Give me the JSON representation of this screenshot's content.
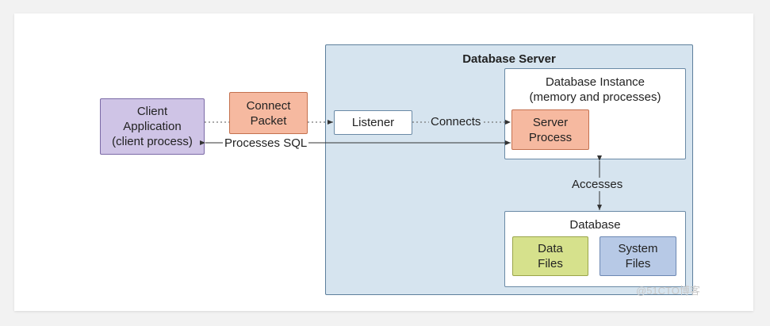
{
  "server": {
    "title": "Database Server"
  },
  "instance": {
    "title": "Database Instance\n(memory and processes)"
  },
  "client": {
    "label": "Client\nApplication\n(client process)"
  },
  "packet": {
    "label": "Connect\nPacket"
  },
  "listener": {
    "label": "Listener"
  },
  "server_process": {
    "label": "Server\nProcess"
  },
  "database": {
    "title": "Database",
    "data_files": "Data\nFiles",
    "system_files": "System\nFiles"
  },
  "edges": {
    "connects": "Connects",
    "processes_sql": "Processes SQL",
    "accesses": "Accesses"
  },
  "watermark": "@51CTO博客",
  "colors": {
    "server_fill": "#d6e4ef",
    "client_fill": "#cfc4e6",
    "orange_fill": "#f6b9a0",
    "green_fill": "#d6e18c",
    "blue_fill": "#b7c9e6"
  }
}
